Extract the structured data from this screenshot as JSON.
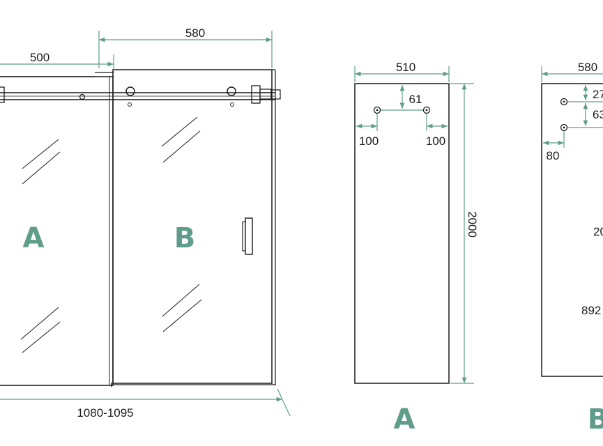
{
  "front_view": {
    "dim_top_right": "580",
    "dim_top_left": "500",
    "dim_bottom_width": "1080-1095",
    "panel_a_label": "A",
    "panel_b_label": "B"
  },
  "panel_a_detail": {
    "width": "510",
    "hole_offset_top": "61",
    "hole_offset_left": "100",
    "hole_offset_right": "100",
    "height": "2000",
    "label": "A"
  },
  "panel_b_detail": {
    "width": "580",
    "hole_offset_top": "27",
    "hole_spacing": "63",
    "hole_offset_left": "80",
    "height_partial": "20",
    "handle_height_partial": "892",
    "label": "B"
  },
  "colors": {
    "dimension": "#5f9c8a",
    "ink": "#1a1a1a",
    "label": "#5f9c8a"
  }
}
